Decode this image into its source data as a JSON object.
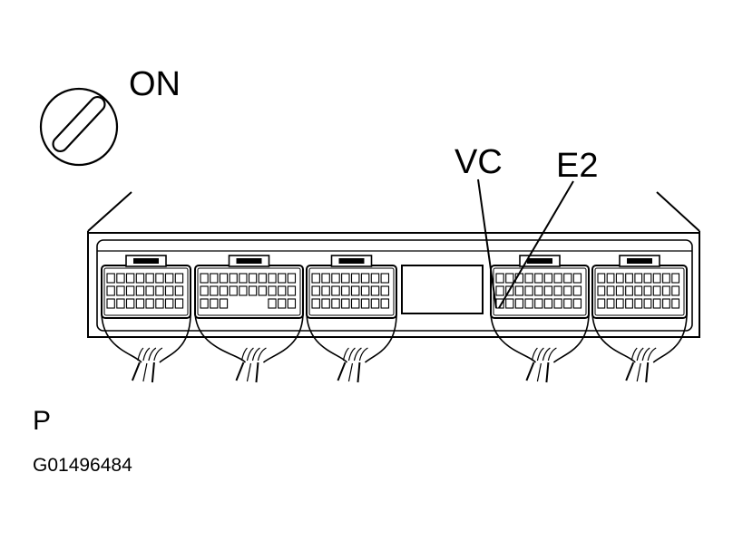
{
  "labels": {
    "switch_state": "ON",
    "terminal_vc": "VC",
    "terminal_e2": "E2",
    "view_marker": "P",
    "figure_id": "G01496484"
  },
  "icons": {
    "ignition_switch": "ignition-key-slot-icon"
  },
  "colors": {
    "ink": "#000000",
    "background": "#ffffff"
  }
}
